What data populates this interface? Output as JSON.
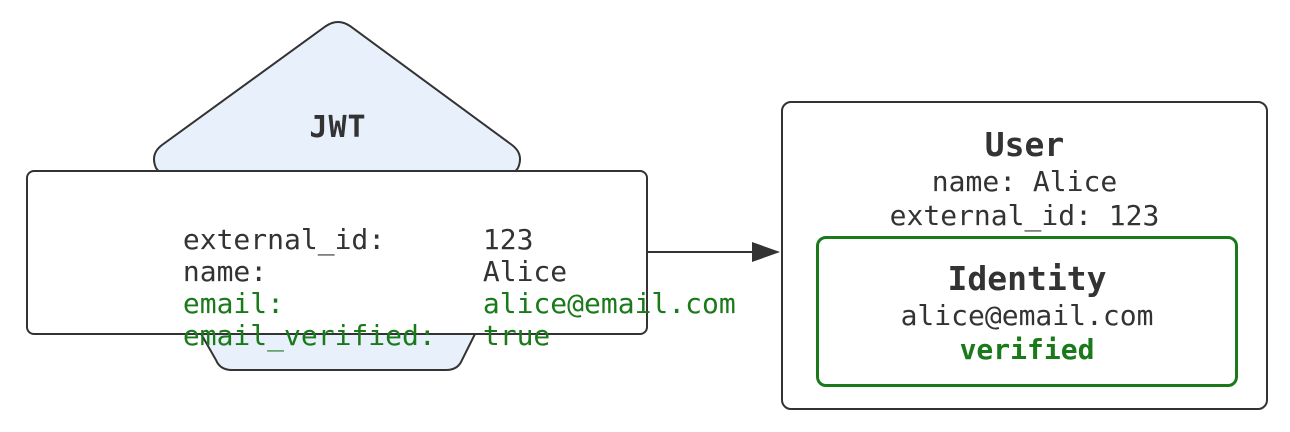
{
  "colors": {
    "stroke": "#333333",
    "verified_green": "#1a7a1a",
    "jwt_fill": "#e8f1fb"
  },
  "jwt": {
    "title": "JWT",
    "claims": [
      {
        "key": "external_id:",
        "value": "123",
        "highlight": false
      },
      {
        "key": "name:",
        "value": "Alice",
        "highlight": false
      },
      {
        "key": "email:",
        "value": "alice@email.com",
        "highlight": true
      },
      {
        "key": "email_verified:",
        "value": "true",
        "highlight": true
      }
    ]
  },
  "user": {
    "title": "User",
    "name_line": "name: Alice",
    "external_id_line": "external_id: 123",
    "identity": {
      "title": "Identity",
      "email": "alice@email.com",
      "status": "verified"
    }
  }
}
